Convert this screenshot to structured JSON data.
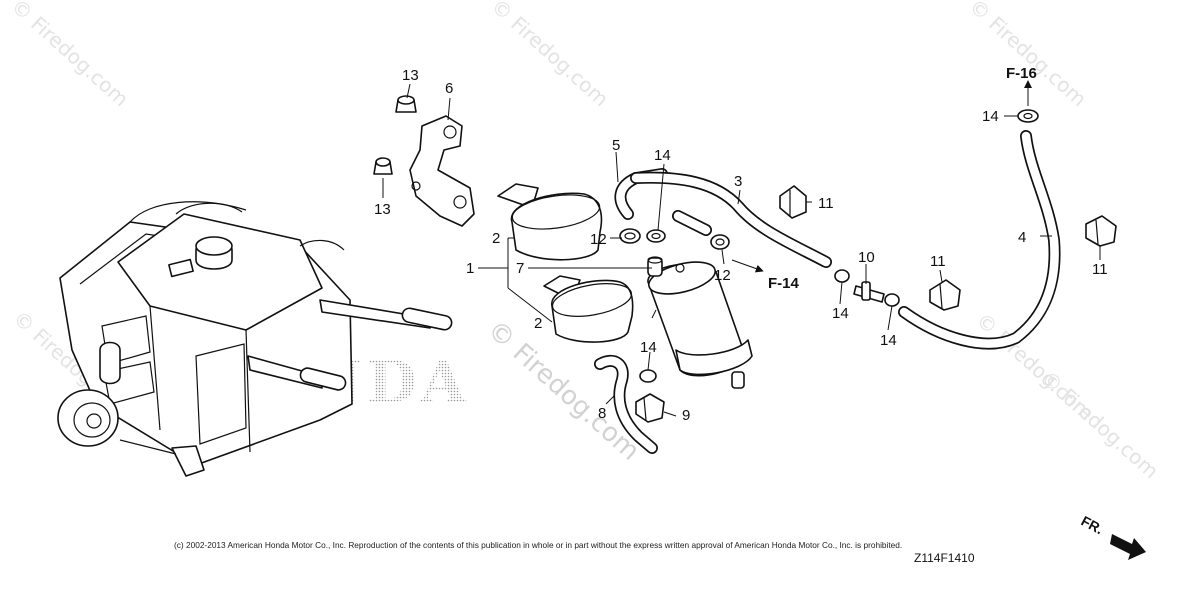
{
  "watermarks": [
    {
      "text": "© Firedog.com"
    },
    {
      "text": "© Firedog.com"
    },
    {
      "text": "© Firedog.com"
    },
    {
      "text": "© Firedog.com"
    },
    {
      "text": "© Firedog.com"
    },
    {
      "text": "© Firedog.com"
    }
  ],
  "center_watermark": "© Firedog.com",
  "brand_watermark": "HONDA",
  "callouts": {
    "c1": "1",
    "c2a": "2",
    "c2b": "2",
    "c3": "3",
    "c4": "4",
    "c5": "5",
    "c6": "6",
    "c7": "7",
    "c8": "8",
    "c9": "9",
    "c10": "10",
    "c11a": "11",
    "c11b": "11",
    "c11c": "11",
    "c12a": "12",
    "c12b": "12",
    "c13a": "13",
    "c13b": "13",
    "c14a": "14",
    "c14b": "14",
    "c14c": "14",
    "c14d": "14",
    "c14e": "14"
  },
  "references": {
    "f14": "F-14",
    "f16": "F-16"
  },
  "copyright": "(c) 2002-2013 American Honda Motor Co., Inc. Reproduction of the contents of this publication in whole or in part without the express written approval of American Honda Motor Co., Inc. is prohibited.",
  "diagram_code": "Z114F1410",
  "direction_label": "FR."
}
